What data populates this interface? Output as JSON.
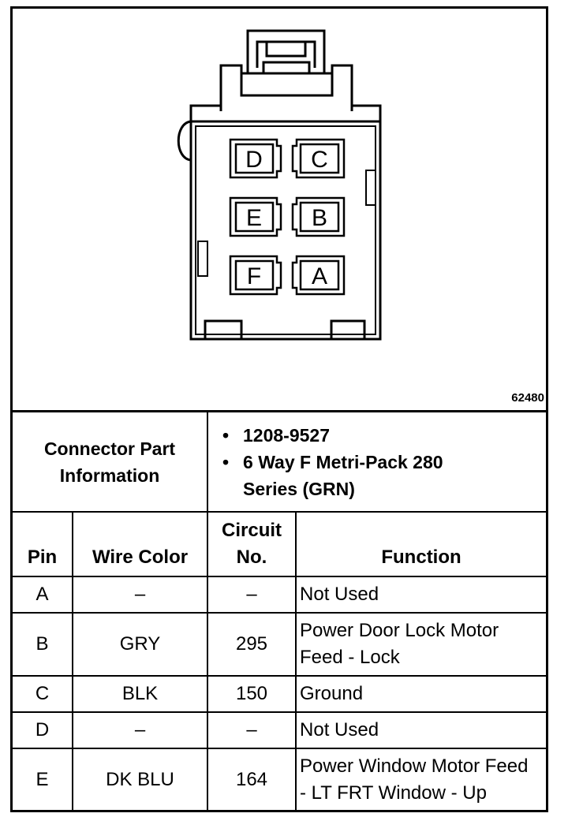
{
  "diagram": {
    "figure_id": "62480",
    "cavities": [
      "D",
      "C",
      "E",
      "B",
      "F",
      "A"
    ]
  },
  "connector_info": {
    "label_line1": "Connector Part",
    "label_line2": "Information",
    "item1": "1208-9527",
    "item2_line1": "6 Way F Metri-Pack 280",
    "item2_line2": "Series (GRN)"
  },
  "table": {
    "headers": {
      "pin": "Pin",
      "wire_color": "Wire Color",
      "circuit_line1": "Circuit",
      "circuit_line2": "No.",
      "function": "Function"
    },
    "rows": [
      {
        "pin": "A",
        "wire_color": "–",
        "circuit": "–",
        "function_line1": "Not Used",
        "function_line2": ""
      },
      {
        "pin": "B",
        "wire_color": "GRY",
        "circuit": "295",
        "function_line1": "Power Door Lock Motor",
        "function_line2": "Feed - Lock"
      },
      {
        "pin": "C",
        "wire_color": "BLK",
        "circuit": "150",
        "function_line1": "Ground",
        "function_line2": ""
      },
      {
        "pin": "D",
        "wire_color": "–",
        "circuit": "–",
        "function_line1": "Not Used",
        "function_line2": ""
      },
      {
        "pin": "E",
        "wire_color": "DK BLU",
        "circuit": "164",
        "function_line1": "Power Window Motor Feed",
        "function_line2": "- LT FRT Window - Up"
      }
    ]
  }
}
